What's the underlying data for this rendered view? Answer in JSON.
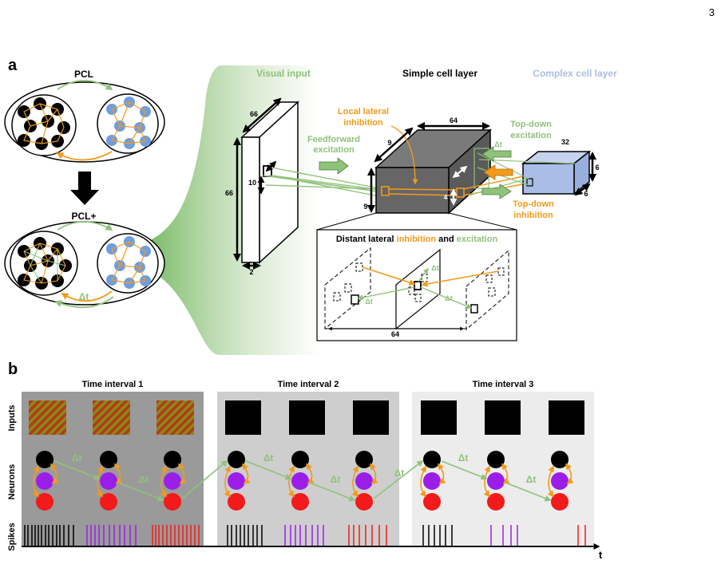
{
  "page_number": "3",
  "panel_a": {
    "label": "a",
    "pcl": {
      "title": "PCL"
    },
    "pcl_plus": {
      "title": "PCL+",
      "delay": "Δt"
    },
    "visual_input": {
      "title": "Visual input",
      "dim_width": "66",
      "dim_height": "66",
      "dim_depth": "2",
      "patch_size": "10"
    },
    "simple_cell_layer": {
      "title": "Simple cell layer",
      "dim_width": "64",
      "dim_depth": "9",
      "dim_height": "9",
      "patch_a": "4",
      "patch_b": "4"
    },
    "complex_cell_layer": {
      "title": "Complex cell layer",
      "dim_width": "32",
      "dim_depth": "6",
      "dim_height": "6"
    },
    "feedforward": {
      "line1": "Feedforward",
      "line2": "excitation"
    },
    "local_lateral": {
      "line1": "Local lateral",
      "line2": "inhibition"
    },
    "top_down_exc": {
      "line1": "Top-down",
      "line2": "excitation",
      "delay": "Δt"
    },
    "top_down_inh": {
      "line1": "Top-down",
      "line2": "inhibition"
    },
    "distant": {
      "part1": "Distant lateral ",
      "part2": "inhibition",
      "part3": " and ",
      "part4": "excitation",
      "dim": "64",
      "delay_left": "Δt",
      "delay_mid": "Δt",
      "delay_right": "Δt"
    }
  },
  "panel_b": {
    "label": "b",
    "intervals": [
      {
        "title": "Time interval 1"
      },
      {
        "title": "Time interval 2"
      },
      {
        "title": "Time interval 3"
      }
    ],
    "row_labels": {
      "inputs": "Inputs",
      "neurons": "Neurons",
      "spikes": "Spikes"
    },
    "time_axis": "t",
    "delay": "Δt"
  },
  "colors": {
    "green": "#8fc27a",
    "orange": "#f39a1b",
    "blue_neuron": "#6f9ee0",
    "complex_blue": "#a9bde6",
    "purple": "#9b1ee8",
    "red": "#f21a1a",
    "bg_interval1": "#9a9a9a",
    "bg_interval2": "#cecece",
    "bg_interval3": "#ececec"
  }
}
